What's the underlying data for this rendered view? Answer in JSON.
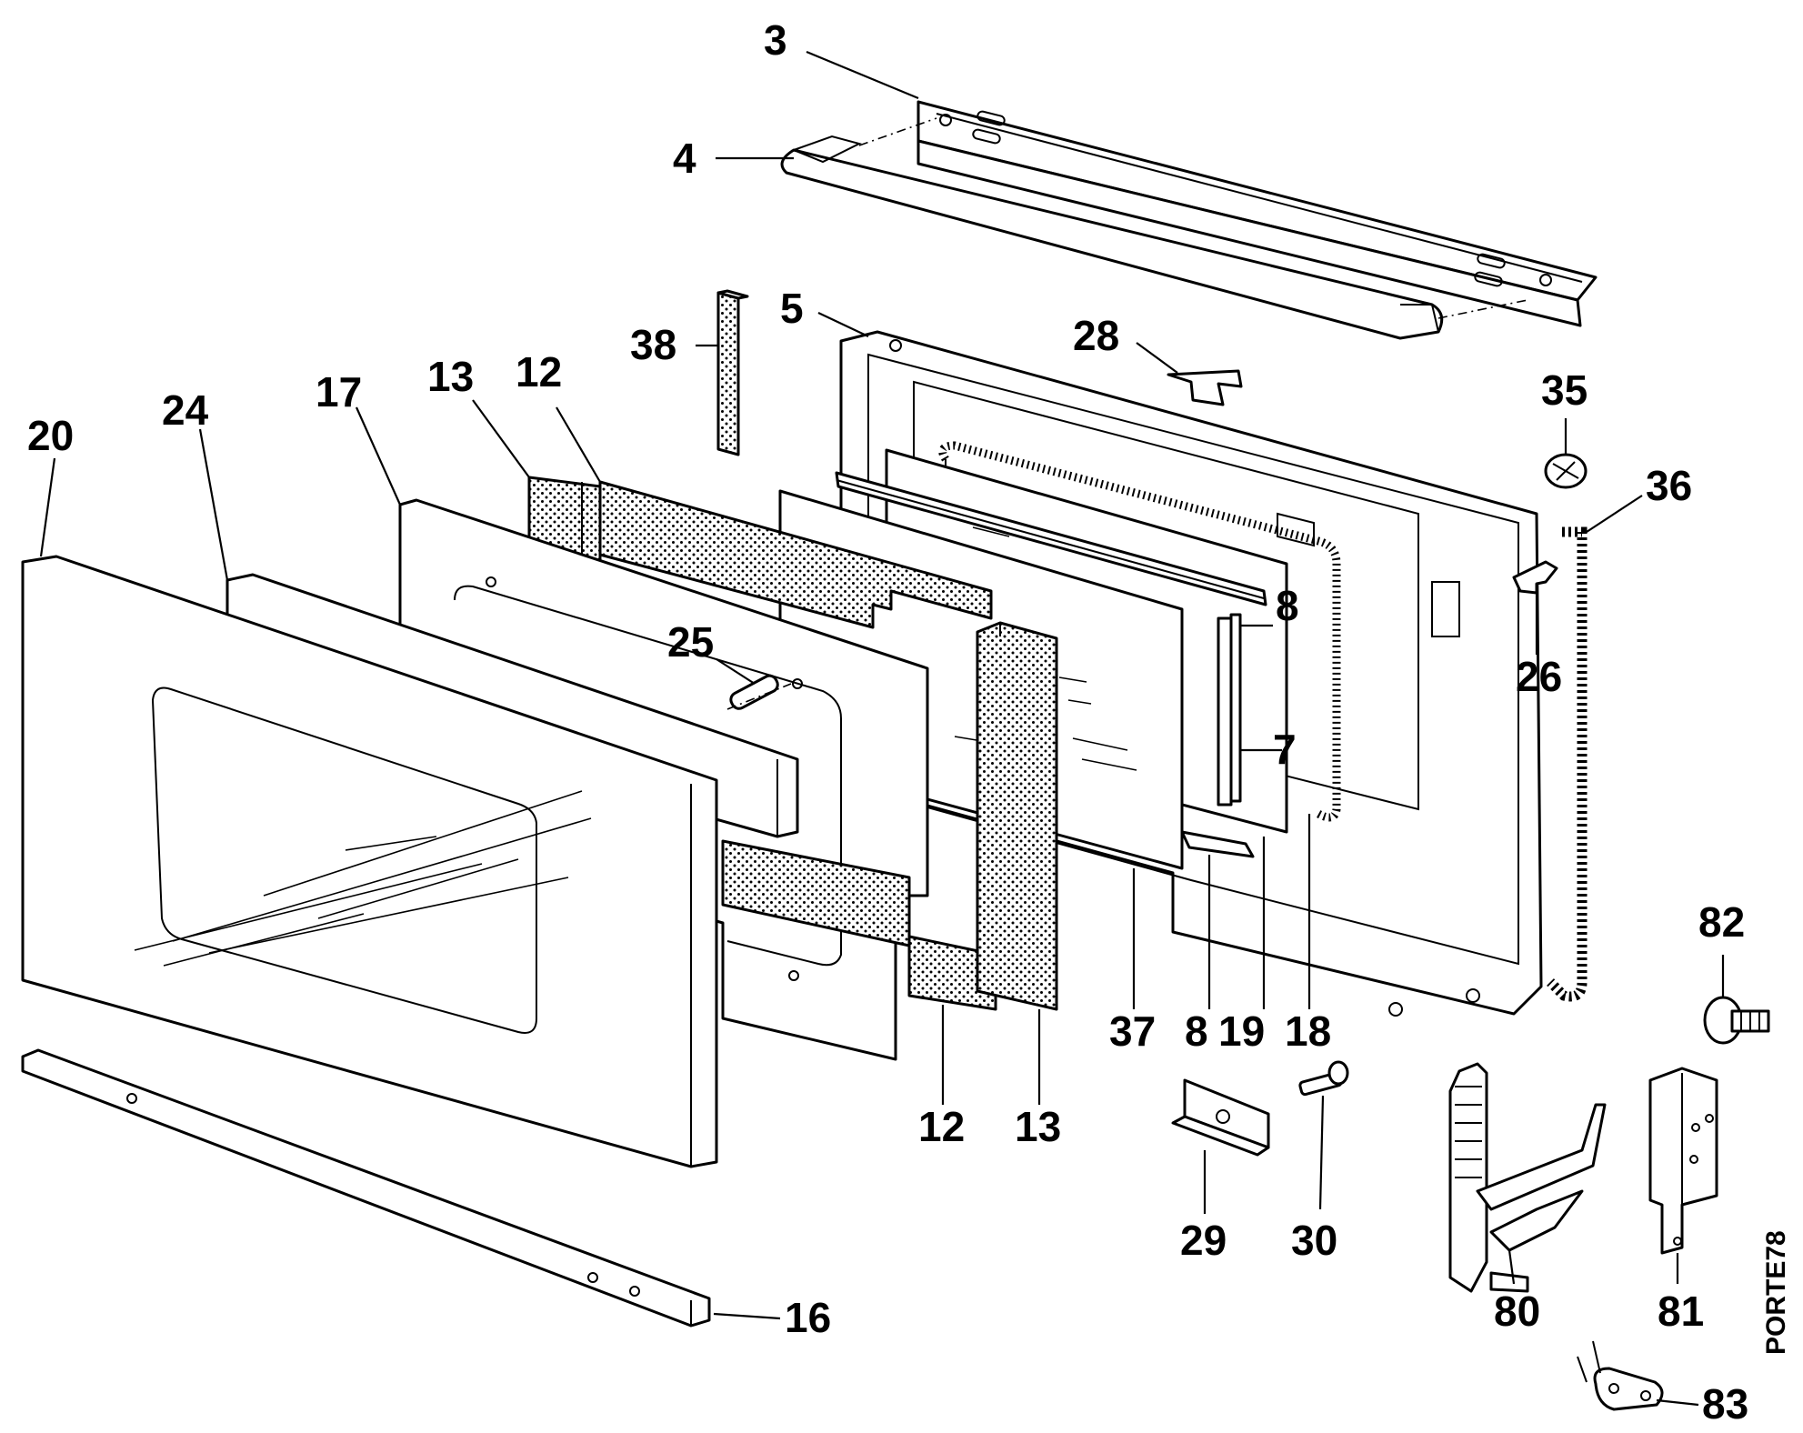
{
  "diagram": {
    "drawing_code": "PORTE78",
    "labels": {
      "p3": "3",
      "p4": "4",
      "p5": "5",
      "p28": "28",
      "p35": "35",
      "p36": "36",
      "p38": "38",
      "p13a": "13",
      "p12a": "12",
      "p17": "17",
      "p24": "24",
      "p20": "20",
      "p25": "25",
      "p8a": "8",
      "p7": "7",
      "p26": "26",
      "p82": "82",
      "p37": "37",
      "p8b": "8",
      "p19": "19",
      "p18": "18",
      "p12b": "12",
      "p13b": "13",
      "p29": "29",
      "p30": "30",
      "p80": "80",
      "p81": "81",
      "p83": "83",
      "p16": "16"
    }
  }
}
